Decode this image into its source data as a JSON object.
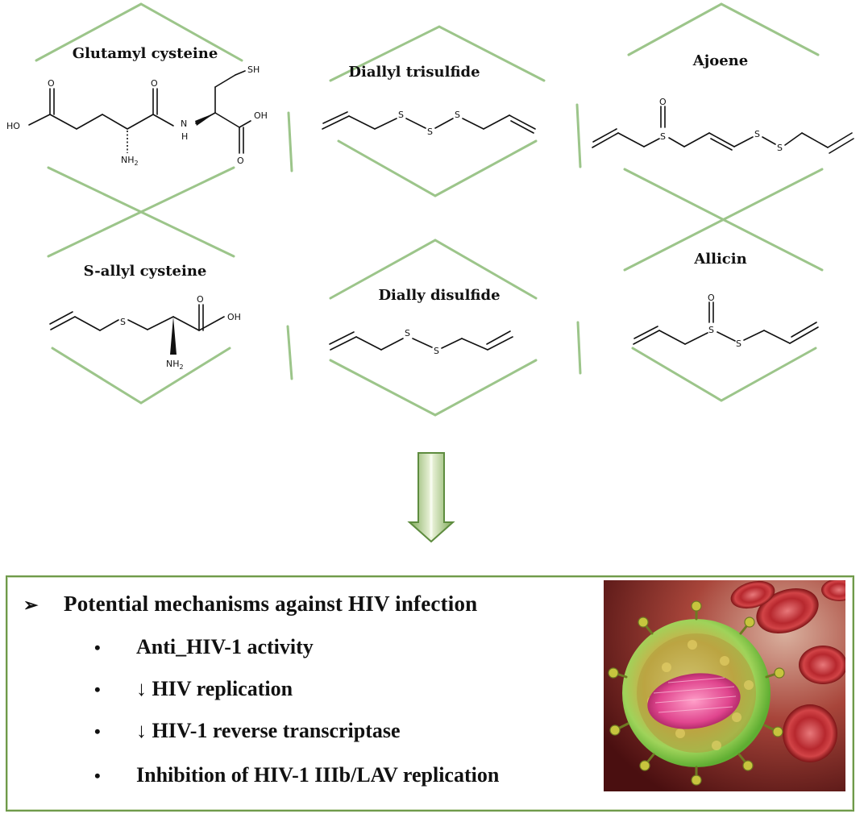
{
  "compounds": [
    {
      "name": "Glutamyl cysteine",
      "atoms": {
        "sh": "SH",
        "o1": "O",
        "o2": "O",
        "o3": "O",
        "ho": "HO",
        "oh": "OH",
        "n": "N",
        "h": "H",
        "nh2": "NH",
        "sub2": "2"
      }
    },
    {
      "name": "Diallyl trisulfide",
      "atoms": {
        "s": "S"
      }
    },
    {
      "name": "Ajoene",
      "atoms": {
        "s": "S",
        "o": "O"
      }
    },
    {
      "name": "S-allyl cysteine",
      "atoms": {
        "s": "S",
        "o": "O",
        "oh": "OH",
        "nh2": "NH",
        "sub2": "2"
      }
    },
    {
      "name": "Dially disulfide",
      "atoms": {
        "s": "S"
      }
    },
    {
      "name": "Allicin",
      "atoms": {
        "s": "S",
        "o": "O"
      }
    }
  ],
  "mechanisms": {
    "heading": "Potential mechanisms against HIV infection",
    "items": [
      "Anti_HIV-1 activity",
      "↓ HIV replication",
      "↓ HIV-1 reverse transcriptase",
      "Inhibition of  HIV-1 IIIb/LAV replication"
    ]
  },
  "colors": {
    "frame_green": "#9cc58a",
    "panel_border": "#6f9a4a",
    "arrow_green": "#6f9a4a",
    "arrow_fill": "#e4efcf"
  },
  "icons": {
    "panel_bullet": "arrowhead-bullet",
    "item_bullet": "dot-bullet",
    "flow": "down-arrow-icon",
    "image": "hiv-virus-illustration"
  }
}
